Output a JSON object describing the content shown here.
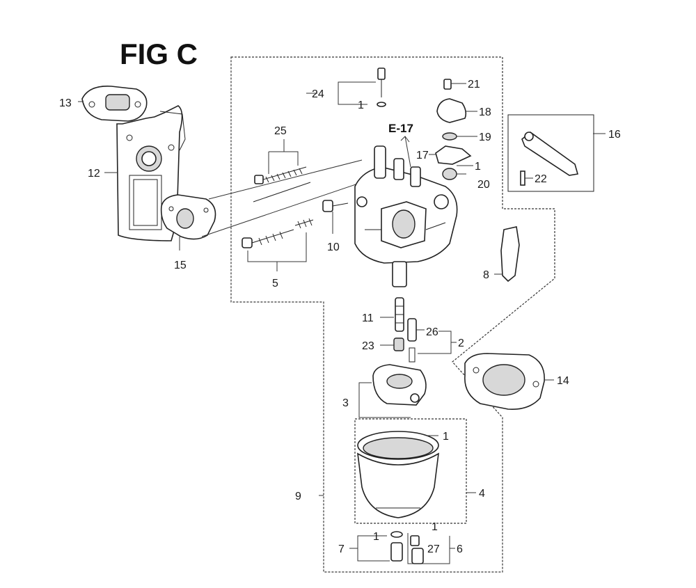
{
  "figure": {
    "title": "FIG C",
    "reference": "E-17"
  },
  "callouts": {
    "c1": "1",
    "c2": "2",
    "c3": "3",
    "c4": "4",
    "c5": "5",
    "c6": "6",
    "c7": "7",
    "c8": "8",
    "c9": "9",
    "c10": "10",
    "c11": "11",
    "c12": "12",
    "c13": "13",
    "c14": "14",
    "c15": "15",
    "c16": "16",
    "c17": "17",
    "c18": "18",
    "c19": "19",
    "c20": "20",
    "c21": "21",
    "c22": "22",
    "c23": "23",
    "c24": "24",
    "c25": "25",
    "c26": "26",
    "c27": "27"
  }
}
